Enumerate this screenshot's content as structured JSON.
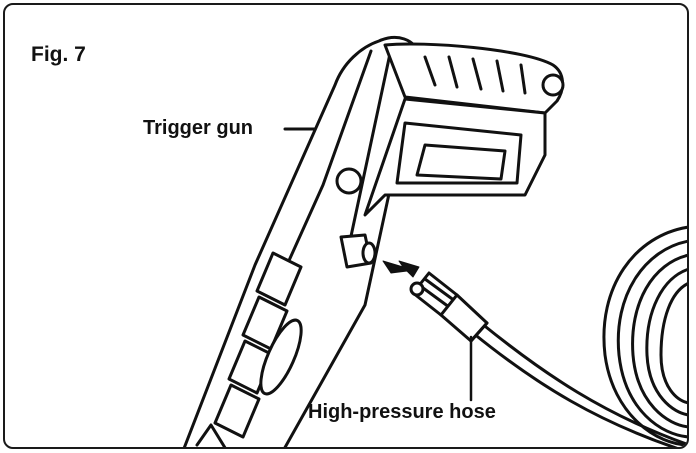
{
  "figure": {
    "label": "Fig. 7"
  },
  "callouts": {
    "trigger_gun": "Trigger gun",
    "high_pressure_hose": "High-pressure hose"
  },
  "colors": {
    "line": "#111111",
    "frame": "#1a1a1a",
    "background": "#ffffff"
  },
  "icons": [
    "arrow-icon"
  ]
}
